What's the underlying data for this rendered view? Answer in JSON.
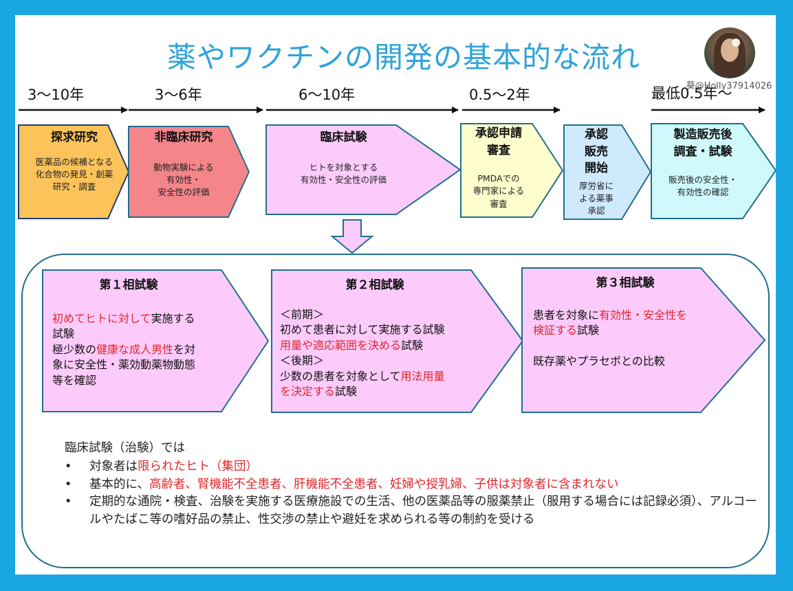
{
  "title": "薬やワクチンの開発の基本的な流れ",
  "handle": "葵@Holly37914026",
  "periods": [
    "3〜10年",
    "3〜6年",
    "6〜10年",
    "0.5〜2年",
    "最低0.5年〜"
  ],
  "stages": [
    {
      "title": "探求研究",
      "desc": [
        "医薬品の候補となる",
        "化合物の発見・創薬",
        "研究・調査"
      ],
      "color": "#fcc35a"
    },
    {
      "title": "非臨床研究",
      "desc": [
        "動物実験による",
        "有効性・",
        "安全性の評価"
      ],
      "color": "#f4858a"
    },
    {
      "title": "臨床試験",
      "desc": [
        "ヒトを対象とする",
        "有効性・安全性の評価"
      ],
      "color": "#fccbfb"
    },
    {
      "title": [
        "承認申請",
        "審査"
      ],
      "desc": [
        "PMDAでの",
        "専門家による",
        "審査"
      ],
      "color": "#fdfdcd"
    },
    {
      "title": [
        "承認",
        "販売",
        "開始"
      ],
      "desc": [
        "厚労省に",
        "よる薬事",
        "承認"
      ],
      "color": "#cfe9fd"
    },
    {
      "title": [
        "製造販売後",
        "調査・試験"
      ],
      "desc": [
        "販売後の安全性・",
        "有効性の確認"
      ],
      "color": "#cff9fd"
    }
  ],
  "phases": [
    {
      "title": "第１相試験",
      "body": [
        [
          {
            "t": "初めてヒトに対して",
            "red": true
          },
          {
            "t": "実施する"
          }
        ],
        [
          {
            "t": "試験"
          }
        ],
        [
          {
            "t": "極少数の"
          },
          {
            "t": "健康な成人男性",
            "red": true
          },
          {
            "t": "を対"
          }
        ],
        [
          {
            "t": "象に安全性・薬効動薬物動態"
          }
        ],
        [
          {
            "t": "等を確認"
          }
        ]
      ]
    },
    {
      "title": "第２相試験",
      "body": [
        [
          {
            "t": "＜前期＞"
          }
        ],
        [
          {
            "t": "初めて患者に対して実施する試験"
          }
        ],
        [
          {
            "t": "用量や適応範囲を決める",
            "red": true
          },
          {
            "t": "試験"
          }
        ],
        [
          {
            "t": "＜後期＞"
          }
        ],
        [
          {
            "t": "少数の患者を対象として"
          },
          {
            "t": "用法用量",
            "red": true
          }
        ],
        [
          {
            "t": "を決定する",
            "red": true
          },
          {
            "t": "試験"
          }
        ]
      ]
    },
    {
      "title": "第３相試験",
      "body": [
        [
          {
            "t": "患者を対象に"
          },
          {
            "t": "有効性・安全性を",
            "red": true
          }
        ],
        [
          {
            "t": "検証する",
            "red": true
          },
          {
            "t": "試験"
          }
        ],
        [
          {
            "t": " "
          }
        ],
        [
          {
            "t": "既存薬やプラセボとの比較"
          }
        ]
      ]
    }
  ],
  "notes": {
    "heading": "臨床試験（治験）では",
    "bullet_char": "•",
    "items": [
      [
        {
          "t": "対象者は"
        },
        {
          "t": "限られたヒト（集団）",
          "red": true
        }
      ],
      [
        {
          "t": "基本的に、"
        },
        {
          "t": "高齢者、腎機能不全患者、肝機能不全患者、妊婦や授乳婦、子供は対象者に含まれない",
          "red": true
        }
      ],
      [
        {
          "t": "定期的な通院・検査、治験を実施する医療施設での生活、他の医薬品等の服薬禁止（服用する場合には記録必須）、アルコールやたばこ等の嗜好品の禁止、性交渉の禁止や避妊を求められる等の制約を受ける"
        }
      ]
    ]
  },
  "colors": {
    "background": "#1aa7e1",
    "title": "#2ea3d9",
    "phase_fill": "#fccbfb",
    "outline": "#1f6f8b",
    "highlight": "#e0262b"
  }
}
